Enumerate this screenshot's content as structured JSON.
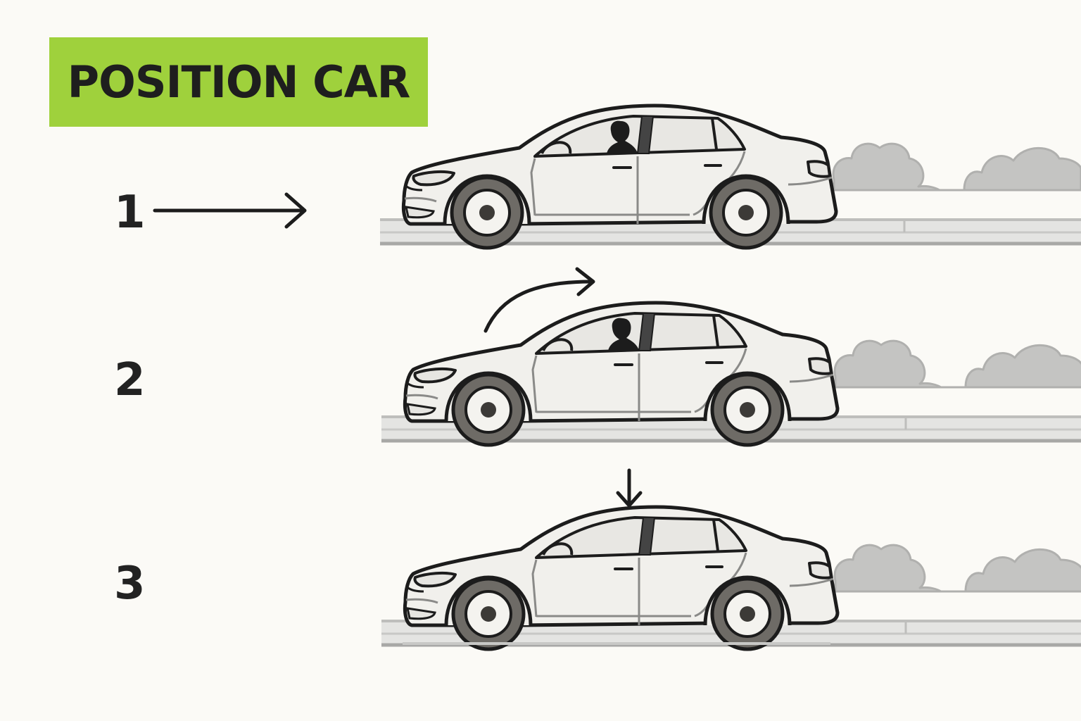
{
  "title": {
    "text": "POSITION CAR",
    "background_color": "#9fd13c"
  },
  "steps": [
    {
      "number": "1",
      "arrow": "right-arrow-icon"
    },
    {
      "number": "2",
      "arrow": "curved-arrow-icon"
    },
    {
      "number": "3",
      "arrow": "down-arrow-icon"
    }
  ],
  "colors": {
    "background": "#fbfaf6",
    "car_body": "#f1f0ec",
    "outline": "#1c1c1c",
    "bushes": "#c4c4c2",
    "road": "#d6d6d4",
    "tire": "#6e6b66"
  }
}
